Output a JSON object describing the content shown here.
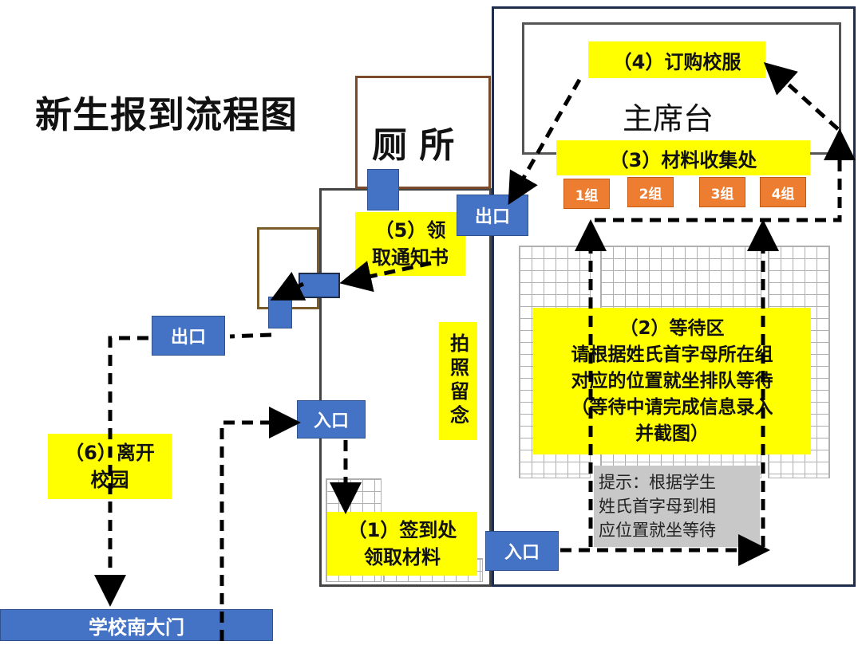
{
  "title": "新生报到流程图",
  "toilet": "厕 所",
  "stage": "主席台",
  "photo": "拍照留念",
  "south_gate": "学校南大门",
  "steps": {
    "s1": [
      "（1）签到处",
      "领取材料"
    ],
    "s2": [
      "（2）等待区",
      "请根据姓氏首字母所在组",
      "对应的位置就坐排队等待",
      "（等待中请完成信息录入",
      "并截图）"
    ],
    "s3": "（3）材料收集处",
    "s4": "（4）订购校服",
    "s5": [
      "（5）领",
      "取通知书"
    ],
    "s6": [
      "（6）离开",
      "校园"
    ]
  },
  "groups": [
    "1组",
    "2组",
    "3组",
    "4组"
  ],
  "doors": {
    "exit_main": "出口",
    "exit_left": "出口",
    "entrance_mid": "入口",
    "entrance_main": "入口"
  },
  "hint": [
    "提示：根据学生",
    "姓氏首字母到相",
    "应位置就坐等待"
  ],
  "colors": {
    "yellow": "#ffff00",
    "blue": "#4472c4",
    "orange": "#ed7d31",
    "hall_border": "#1f2d4d",
    "toilet_border": "#7a4a2a"
  }
}
